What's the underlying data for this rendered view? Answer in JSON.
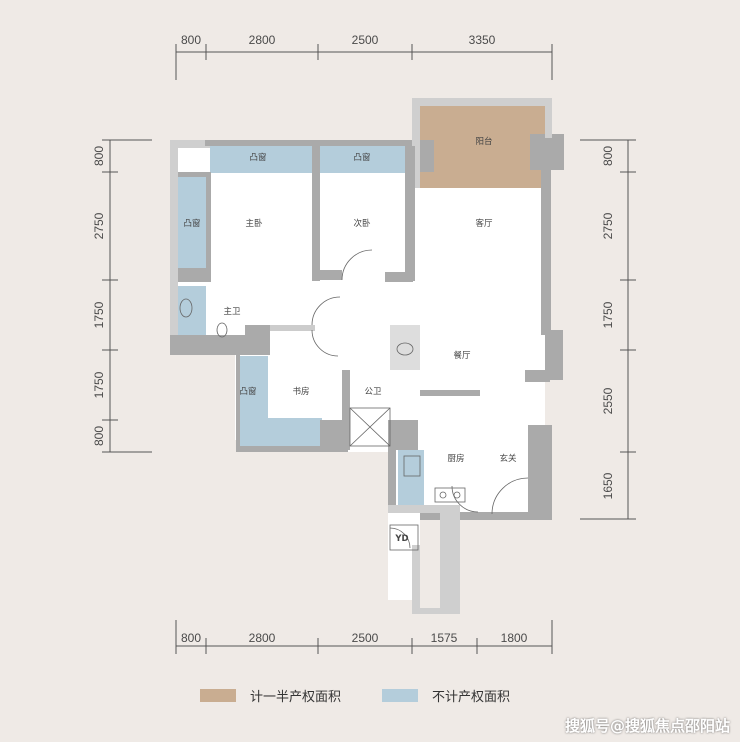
{
  "dims": {
    "top": [
      "800",
      "2800",
      "2500",
      "3350"
    ],
    "bottom": [
      "800",
      "2800",
      "2500",
      "1575",
      "1800"
    ],
    "left": [
      "800",
      "2750",
      "1750",
      "1750",
      "800"
    ],
    "right": [
      "800",
      "2750",
      "1750",
      "2550",
      "1650"
    ]
  },
  "rooms": {
    "balcony": "阳台",
    "bay_top1": "凸窗",
    "bay_top2": "凸窗",
    "bay_left": "凸窗",
    "bay_study": "凸窗",
    "master_bedroom": "主卧",
    "second_bedroom": "次卧",
    "living_room": "客厅",
    "master_bath": "主卫",
    "dining_room": "餐厅",
    "study": "书房",
    "public_bath": "公卫",
    "kitchen": "厨房",
    "entrance": "玄关",
    "yd": "YD"
  },
  "legend": {
    "half_area": "计一半产权面积",
    "no_area": "不计产权面积"
  },
  "watermark": "搜狐号@搜狐焦点邵阳站",
  "colors": {
    "half_area": "#c9ad91",
    "no_area": "#b4cddb",
    "wall": "#aaaaaa"
  }
}
